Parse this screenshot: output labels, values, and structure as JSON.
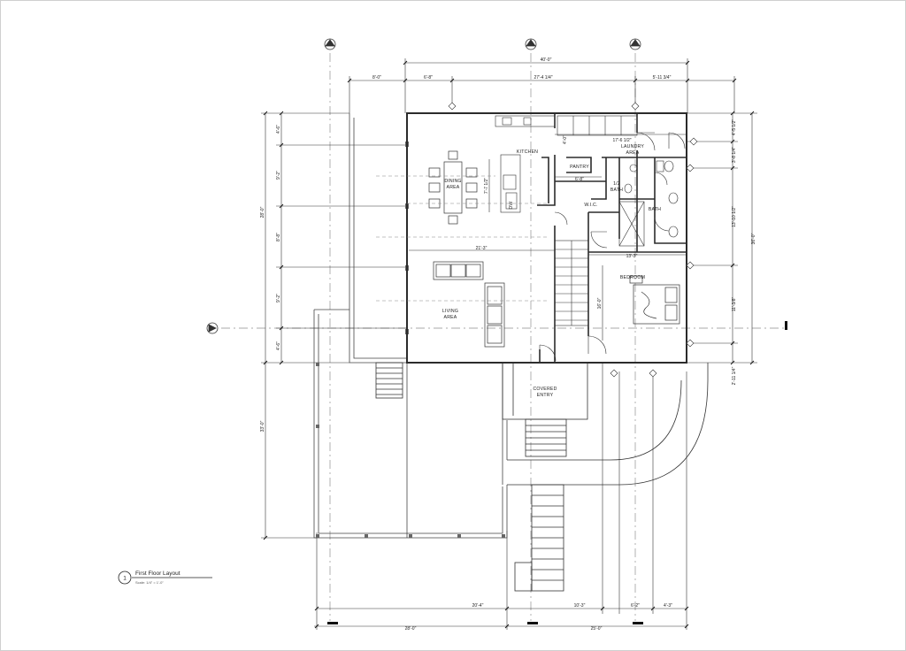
{
  "title_block": {
    "number": "1",
    "title": "First Floor Layout",
    "scale": "Scale: 1/4\" = 1'-0\""
  },
  "rooms": {
    "kitchen": "KITCHEN",
    "dining": [
      "DINING",
      "AREA"
    ],
    "pantry": "PANTRY",
    "laundry": [
      "LAUNDRY",
      "AREA"
    ],
    "half_bath": [
      "1/2",
      "BATH"
    ],
    "wic": "W.I.C.",
    "bath": "BATH",
    "bedroom": "BEDROOM",
    "living": [
      "LIVING",
      "AREA"
    ],
    "covered_entry": [
      "COVERED",
      "ENTRY"
    ],
    "dw": "DW"
  },
  "dimensions": {
    "top_overall": "40'-0\"",
    "top_a": "8'-0\"",
    "top_b": "6'-8\"",
    "top_c": "27'-4 1/4\"",
    "top_d": "5'-11 3/4\"",
    "int_a": "17'-6 1/2\"",
    "int_b": "4'-0\"",
    "int_c": "6'-8\"",
    "int_d": "7'-7 1/2\"",
    "int_e": "21'-3\"",
    "int_f": "13'-3\"",
    "int_g": "16'-0\"",
    "left_a": "4'-6\"",
    "left_b": "9'-2\"",
    "left_c": "28'-0\"",
    "left_d": "8'-8\"",
    "left_e": "9'-2\"",
    "left_f": "4'-6\"",
    "left_g": "33'-0\"",
    "right_a": "4'-5 1/2\"",
    "right_b": "3'-8 1/4\"",
    "right_c": "13'-10 1/2\"",
    "right_d": "36'-0\"",
    "right_e": "11'-3/8\"",
    "right_f": "2'-11 1/4\"",
    "bottom_a": "20'-4\"",
    "bottom_b": "10'-3\"",
    "bottom_c": "6'-2\"",
    "bottom_d": "4'-3\"",
    "bottom_overall_a": "28'-0\"",
    "bottom_overall_b": "25'-0\""
  },
  "colors": {
    "wall": "#2b2b2b",
    "line": "#333333",
    "dashed": "#9a9a9a",
    "deck": "#555555"
  }
}
